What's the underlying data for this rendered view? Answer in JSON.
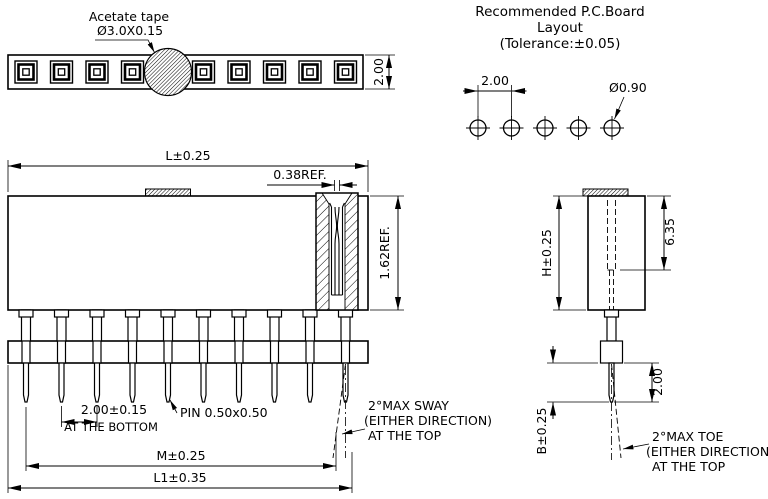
{
  "drawing": {
    "colors": {
      "line": "#000000",
      "background": "#ffffff"
    },
    "top_view": {
      "tape_label_line1": "Acetate tape",
      "tape_label_line2": "Ø3.0X0.15",
      "thickness_dim": "2.00"
    },
    "pcb_layout": {
      "title_line1": "Recommended P.C.Board",
      "title_line2": "Layout",
      "tolerance": "(Tolerance:±0.05)",
      "pitch_dim": "2.00",
      "hole_dim": "Ø0.90"
    },
    "front_view": {
      "length_dim": "L±0.25",
      "slot_dim": "0.38REF.",
      "depth_dim": "1.62REF.",
      "pitch_dim": "2.00±0.15",
      "pitch_note": "AT THE BOTTOM",
      "pin_dim": "PIN 0.50x0.50",
      "m_dim": "M±0.25",
      "l1_dim": "L1±0.35",
      "sway_note_line1": "2°MAX SWAY",
      "sway_note_line2": "(EITHER DIRECTION)",
      "sway_note_line3": "AT THE TOP"
    },
    "side_view": {
      "height_dim": "H±0.25",
      "top_dim": "6.35",
      "tail_dim": "2.00",
      "b_dim": "B±0.25",
      "toe_note_line1": "2°MAX TOE",
      "toe_note_line2": "(EITHER DIRECTION)",
      "toe_note_line3": "AT THE TOP"
    }
  }
}
